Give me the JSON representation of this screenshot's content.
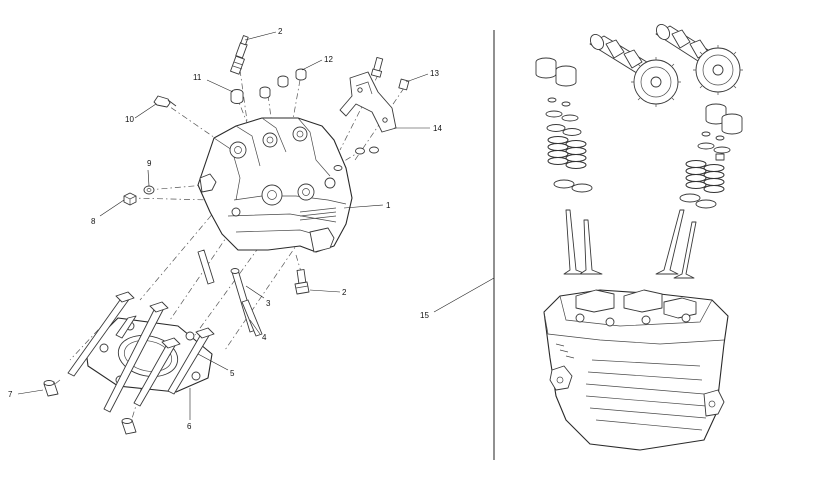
{
  "callouts": {
    "c1": "1",
    "c2a": "2",
    "c2b": "2",
    "c3": "3",
    "c4": "4",
    "c5": "5",
    "c6": "6",
    "c7": "7",
    "c8": "8",
    "c9": "9",
    "c10": "10",
    "c11": "11",
    "c12": "12",
    "c13": "13",
    "c14": "14",
    "c15": "15"
  },
  "colors": {
    "line": "#3a3a3a",
    "background": "#ffffff"
  }
}
